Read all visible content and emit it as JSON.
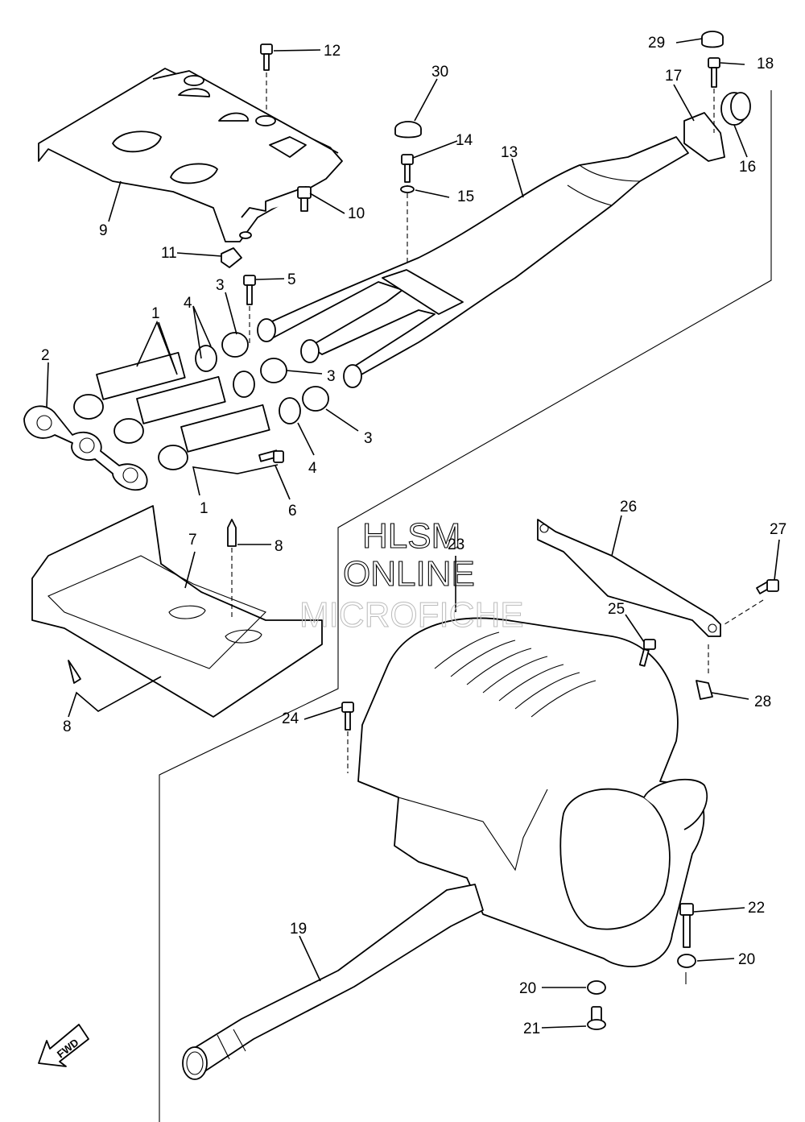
{
  "watermark": {
    "line1": "HLSM",
    "line2": "ONLINE",
    "line3": "MICROFICHE"
  },
  "fwd_label": "FWD",
  "callouts": {
    "n1a": "1",
    "n1b": "1",
    "n2": "2",
    "n3a": "3",
    "n3b": "3",
    "n3c": "3",
    "n4a": "4",
    "n4b": "4",
    "n5": "5",
    "n6": "6",
    "n7": "7",
    "n8a": "8",
    "n8b": "8",
    "n9": "9",
    "n10": "10",
    "n11": "11",
    "n12": "12",
    "n13": "13",
    "n14": "14",
    "n15": "15",
    "n16": "16",
    "n17": "17",
    "n18": "18",
    "n19": "19",
    "n20a": "20",
    "n20b": "20",
    "n21": "21",
    "n22": "22",
    "n23": "23",
    "n24": "24",
    "n25": "25",
    "n26": "26",
    "n27": "27",
    "n28": "28",
    "n29": "29",
    "n30": "30"
  }
}
